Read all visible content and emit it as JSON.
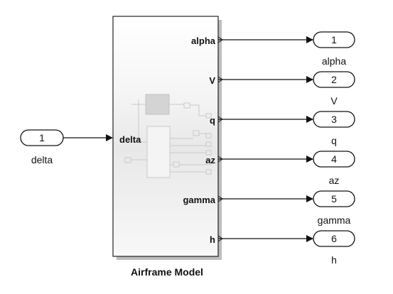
{
  "block": {
    "title": "Airframe Model",
    "input_port": "delta",
    "output_ports": [
      "alpha",
      "V",
      "q",
      "az",
      "gamma",
      "h"
    ]
  },
  "inport": {
    "number": "1",
    "label": "delta"
  },
  "outports": [
    {
      "number": "1",
      "label": "alpha"
    },
    {
      "number": "2",
      "label": "V"
    },
    {
      "number": "3",
      "label": "q"
    },
    {
      "number": "4",
      "label": "az"
    },
    {
      "number": "5",
      "label": "gamma"
    },
    {
      "number": "6",
      "label": "h"
    }
  ]
}
